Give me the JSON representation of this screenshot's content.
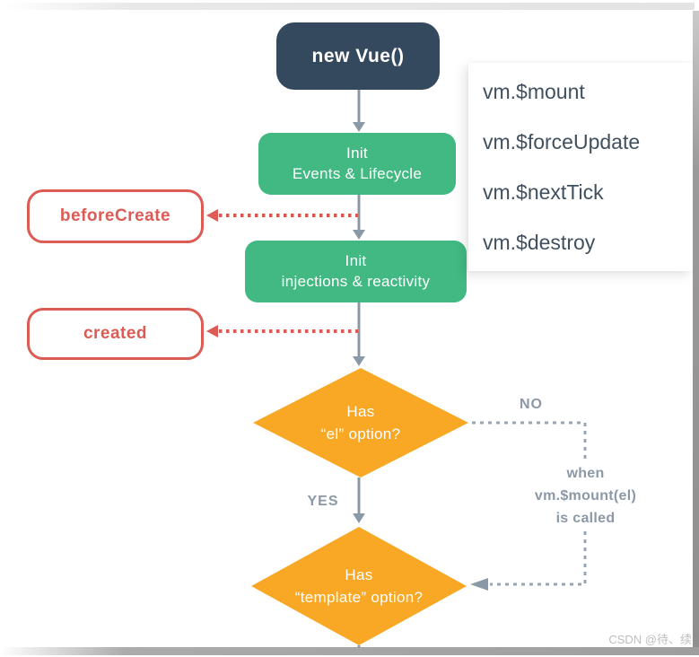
{
  "diagram": {
    "nodes": {
      "new_vue": {
        "label": "new Vue()"
      },
      "init_events": {
        "line1": "Init",
        "line2": "Events & Lifecycle"
      },
      "before_create": {
        "label": "beforeCreate"
      },
      "init_injections": {
        "line1": "Init",
        "line2": "injections & reactivity"
      },
      "created": {
        "label": "created"
      },
      "has_el": {
        "line1": "Has",
        "line2": "“el” option?"
      },
      "has_template": {
        "line1": "Has",
        "line2": "“template” option?"
      }
    },
    "edge_labels": {
      "no": "NO",
      "yes": "YES",
      "when_note": {
        "line1": "when",
        "line2": "vm.$mount(el)",
        "line3": "is called"
      }
    },
    "colors": {
      "navy": "#35495e",
      "green": "#42b983",
      "orange": "#f9a826",
      "red": "#dc5b54",
      "slate": "#8b99a7"
    }
  },
  "overlay_panel": {
    "items": [
      "vm.$mount",
      "vm.$forceUpdate",
      "vm.$nextTick",
      "vm.$destroy"
    ]
  },
  "watermark": "CSDN @待、续"
}
